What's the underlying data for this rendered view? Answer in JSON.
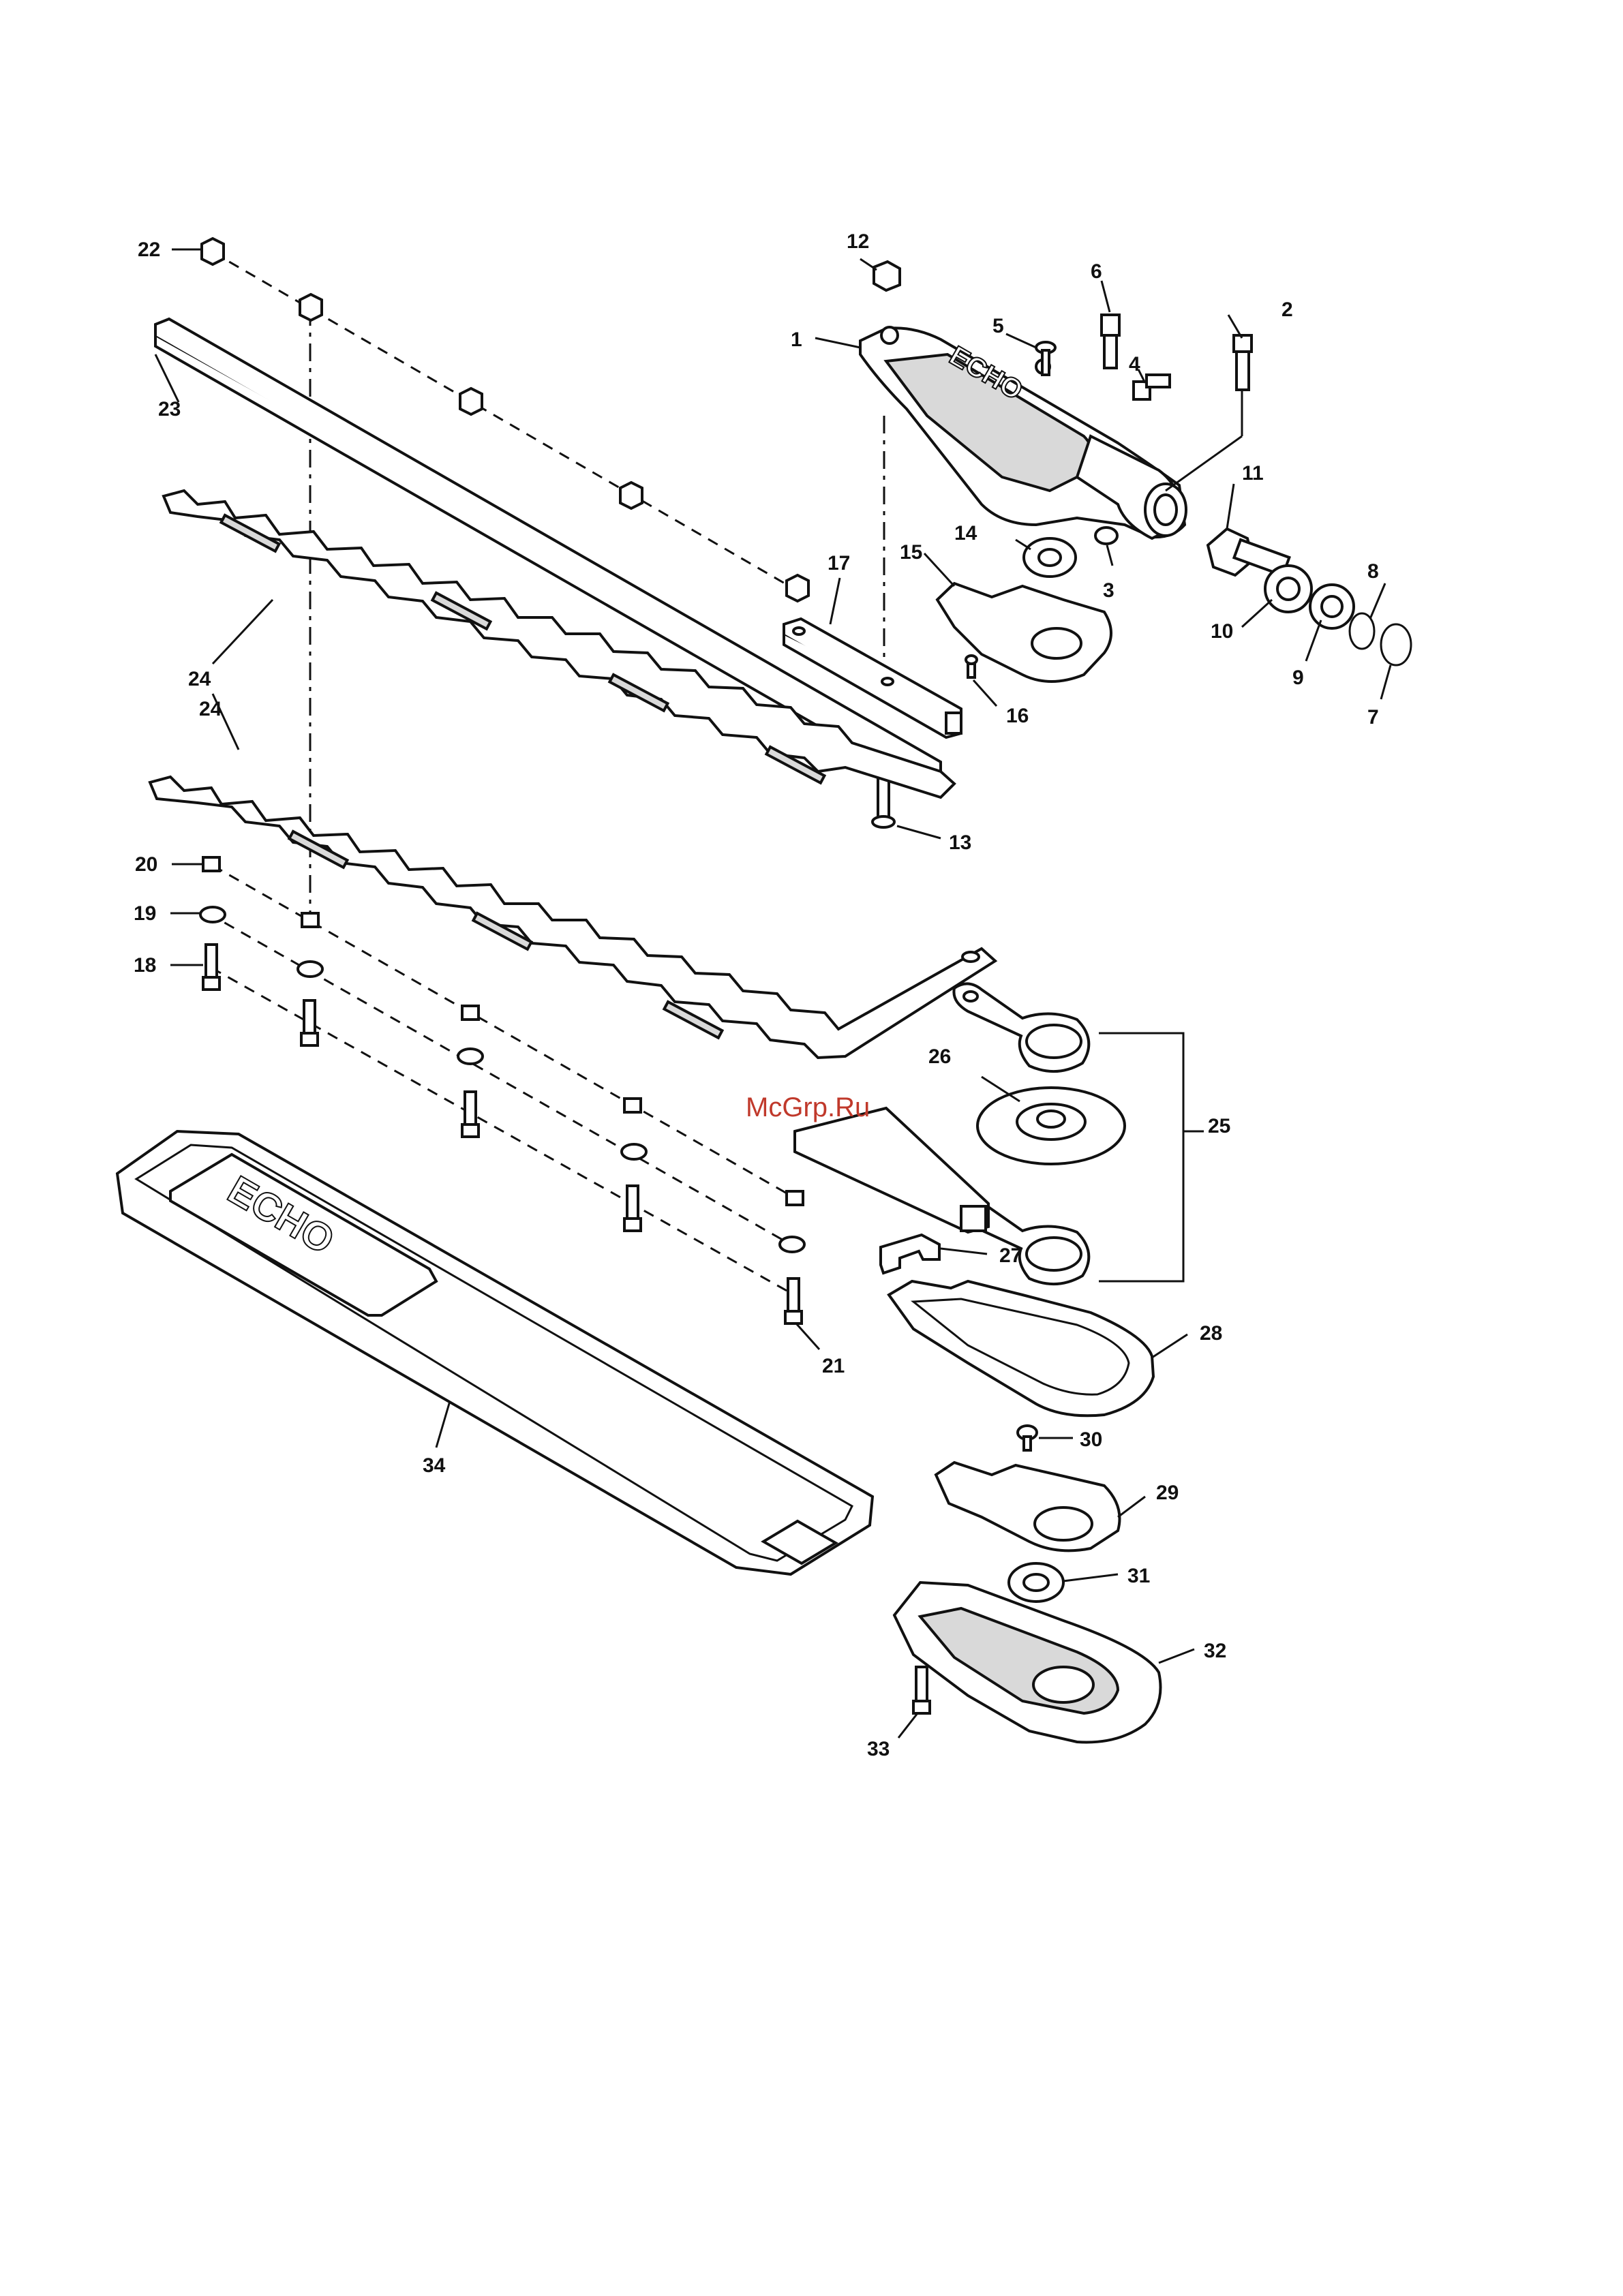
{
  "watermark": "McGrp.Ru",
  "brand_mark": "ECHO",
  "callouts": [
    "1",
    "2",
    "3",
    "4",
    "5",
    "6",
    "7",
    "8",
    "9",
    "10",
    "11",
    "12",
    "13",
    "14",
    "15",
    "16",
    "17",
    "18",
    "19",
    "20",
    "21",
    "22",
    "23",
    "24",
    "24",
    "25",
    "26",
    "27",
    "28",
    "29",
    "30",
    "31",
    "32",
    "33",
    "34"
  ]
}
